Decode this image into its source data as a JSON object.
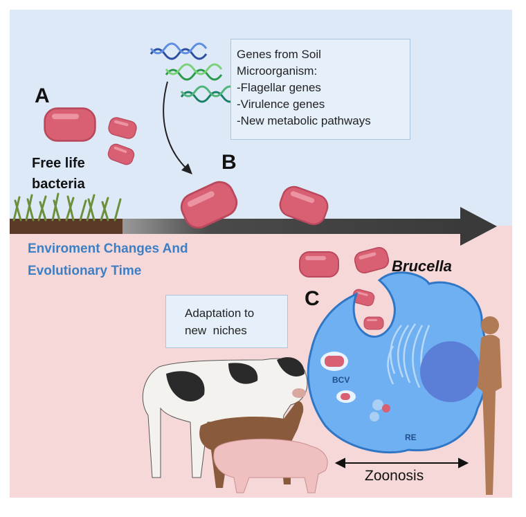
{
  "labels": {
    "a": "A",
    "b": "B",
    "c": "C",
    "free_life_line1": "Free life",
    "free_life_line2": "bacteria",
    "env_line1": "Enviroment Changes And",
    "env_line2": "Evolutionary Time",
    "brucella": "Brucella",
    "bcv": "BCV",
    "re": "RE",
    "zoonosis": "Zoonosis"
  },
  "genes_box": {
    "lines": [
      "Genes from Soil",
      "Microorganism:",
      "-Flagellar genes",
      "-Virulence genes",
      "-New metabolic pathways"
    ]
  },
  "adaptation_box": {
    "lines": [
      "Adaptation to",
      "new  niches"
    ]
  },
  "colors": {
    "sky": "#dde9f6",
    "ground_zone": "#f7d8d8",
    "bacteria": "#d95f73",
    "cell": "#6fb0f2",
    "nucleus": "#5b7fd6",
    "arrow": "#3a3a3a"
  }
}
